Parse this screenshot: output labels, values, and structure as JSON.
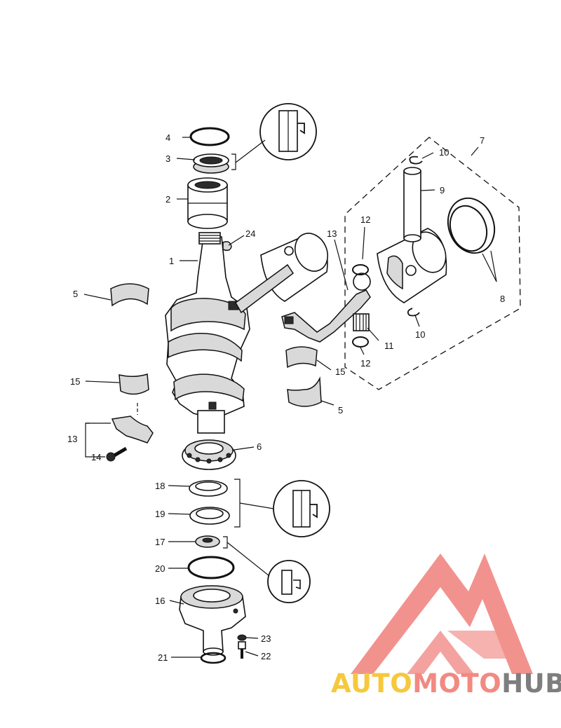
{
  "callouts": {
    "c1": "1",
    "c2": "2",
    "c3": "3",
    "c4": "4",
    "c5a": "5",
    "c5b": "5",
    "c6": "6",
    "c7": "7",
    "c8": "8",
    "c9": "9",
    "c10a": "10",
    "c10b": "10",
    "c11": "11",
    "c12a": "12",
    "c12b": "12",
    "c13a": "13",
    "c13b": "13",
    "c14": "14",
    "c15a": "15",
    "c15b": "15",
    "c16": "16",
    "c17": "17",
    "c18": "18",
    "c19": "19",
    "c20": "20",
    "c21": "21",
    "c22": "22",
    "c23": "23",
    "c24": "24"
  },
  "watermark": {
    "part1": "AUTO",
    "part2": "MOTO",
    "part3": "HUB",
    "colors": {
      "auto": "#f6c83c",
      "moto": "#f28a82",
      "hub": "#7e7e7e",
      "logo": "#f07f7a"
    }
  }
}
